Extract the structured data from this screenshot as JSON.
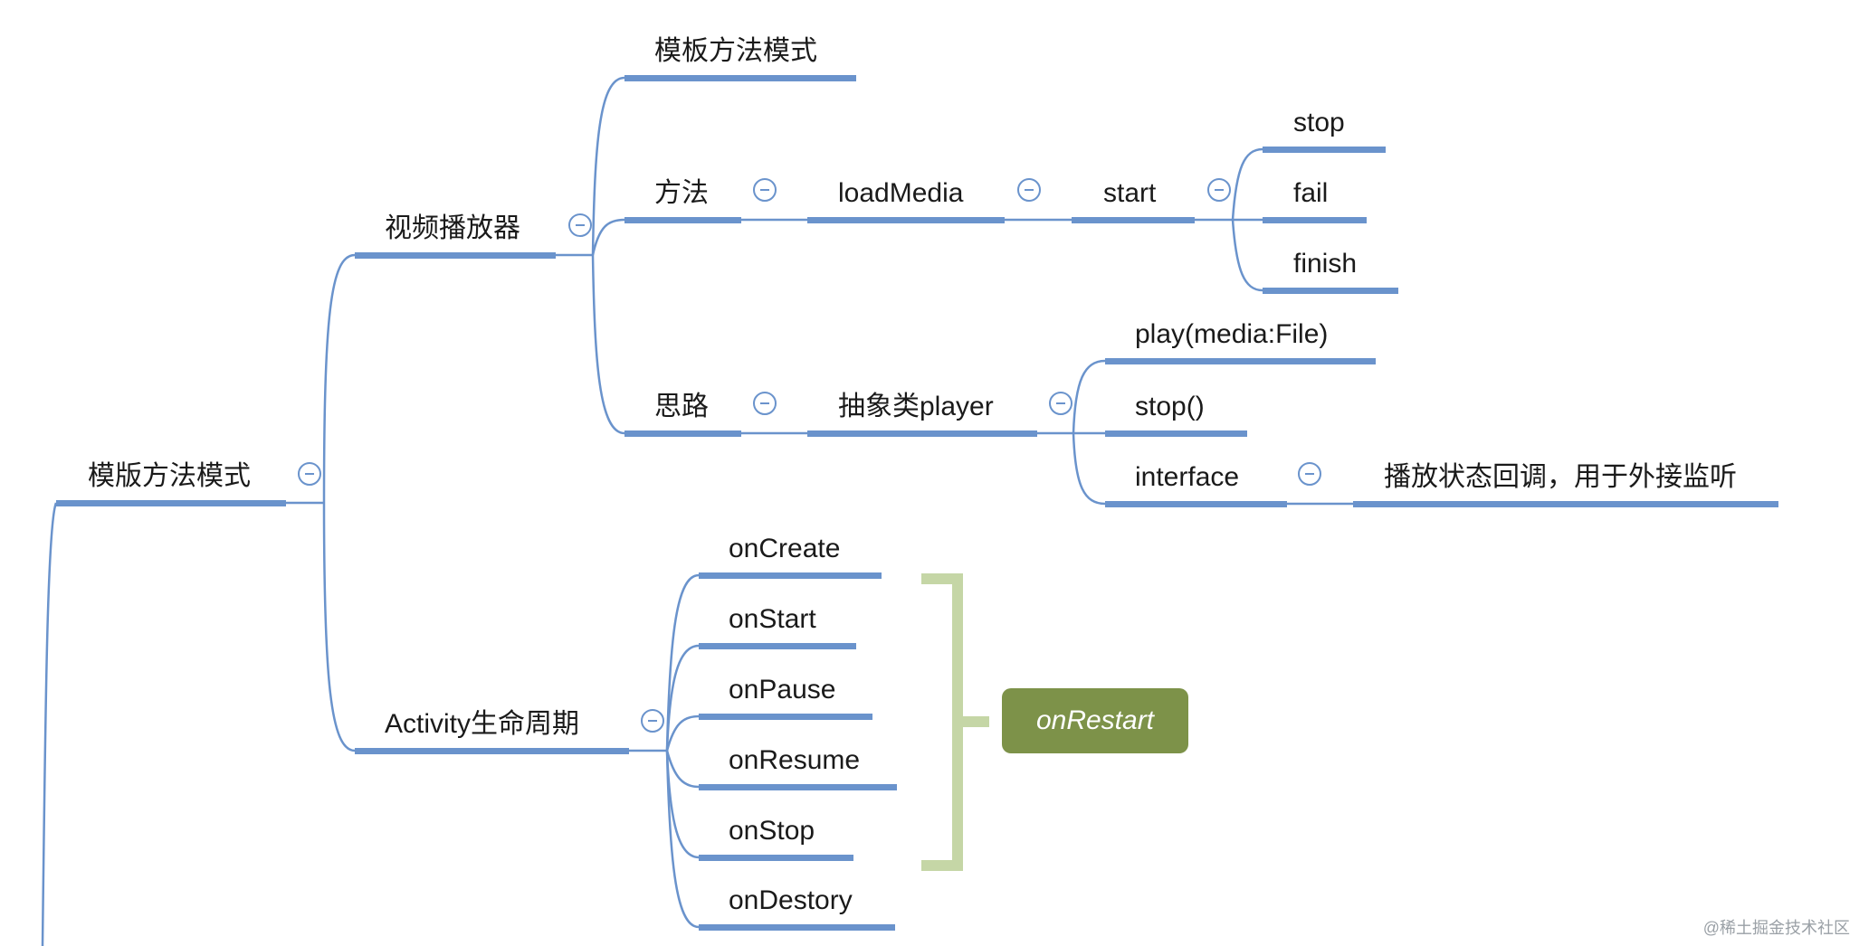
{
  "colors": {
    "line": "#6a93cc",
    "bracket": "#c5d6a6",
    "callout_fill": "#7d9249",
    "callout_text": "#ffffff"
  },
  "nodes": {
    "root": "模版方法模式",
    "video_player": "视频播放器",
    "template_method": "模板方法模式",
    "method": "方法",
    "load_media": "loadMedia",
    "start": "start",
    "stop": "stop",
    "fail": "fail",
    "finish": "finish",
    "approach": "思路",
    "abstract_player": "抽象类player",
    "play": "play(media:File)",
    "stop_fn": "stop()",
    "interface": "interface",
    "callback": "播放状态回调，用于外接监听",
    "activity": "Activity生命周期",
    "on_create": "onCreate",
    "on_start": "onStart",
    "on_pause": "onPause",
    "on_resume": "onResume",
    "on_stop": "onStop",
    "on_destory": "onDestory"
  },
  "callout": {
    "label": "onRestart"
  },
  "watermark": "@稀土掘金技术社区",
  "toggle_icon": "collapse-minus-icon"
}
